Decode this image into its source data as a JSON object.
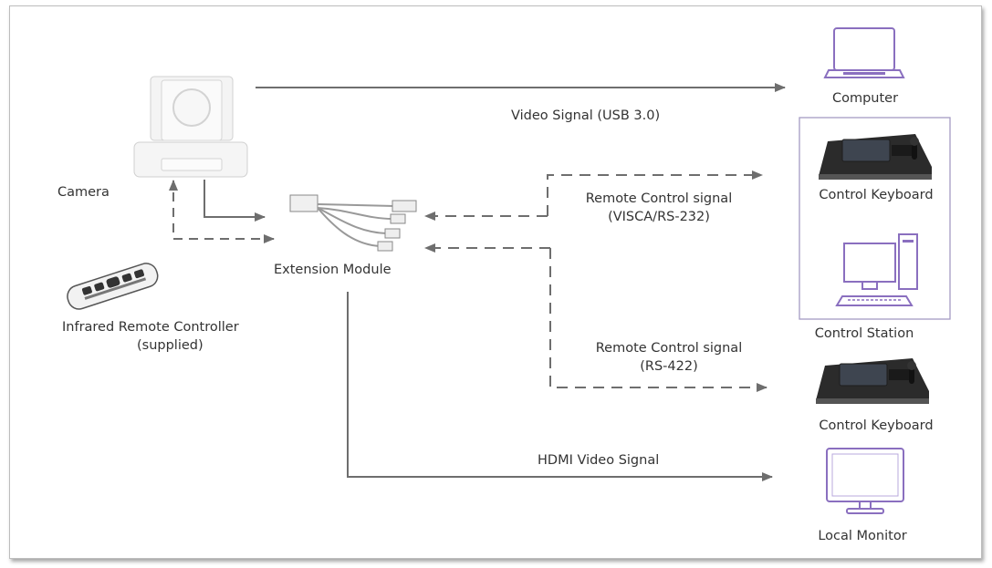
{
  "labels": {
    "camera": "Camera",
    "infrared_line1": "Infrared Remote Controller",
    "infrared_line2": "(supplied)",
    "extension_module": "Extension Module",
    "video_signal": "Video Signal (USB 3.0)",
    "remote232_line1": "Remote Control signal",
    "remote232_line2": "(VISCA/RS-232)",
    "remote422_line1": "Remote Control signal",
    "remote422_line2": "(RS-422)",
    "hdmi_signal": "HDMI Video Signal",
    "computer": "Computer",
    "control_keyboard_1": "Control Keyboard",
    "control_station": "Control Station",
    "control_keyboard_2": "Control Keyboard",
    "local_monitor": "Local Monitor"
  },
  "colors": {
    "line": "#6e6e6e",
    "device_outline": "#8a6fbf",
    "device_body": "#2b2b2b",
    "border": "#bdbdbd"
  },
  "icons": {
    "camera": "ptz-camera-icon",
    "remote": "infrared-remote-icon",
    "module": "extension-module-icon",
    "computer": "laptop-icon",
    "keyboard": "control-keyboard-icon",
    "station": "desktop-computer-icon",
    "monitor": "monitor-icon"
  }
}
